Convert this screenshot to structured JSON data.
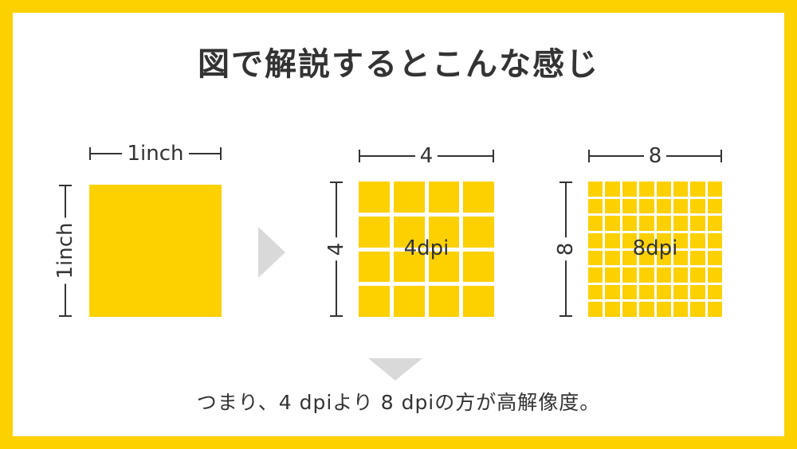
{
  "title": "図で解説するとこんな感じ",
  "panel1": {
    "width_label": "1inch",
    "height_label": "1inch"
  },
  "panel2": {
    "width_label": "4",
    "height_label": "4",
    "grid_label": "4dpi",
    "grid_size": 4
  },
  "panel3": {
    "width_label": "8",
    "height_label": "8",
    "grid_label": "8dpi",
    "grid_size": 8
  },
  "conclusion": "つまり、4 dpiより 8 dpiの方が高解像度。",
  "colors": {
    "accent": "#fdd000",
    "text": "#333333",
    "arrow": "#d9d9d9"
  },
  "icons": [
    "arrow-right-icon",
    "arrow-down-icon"
  ]
}
